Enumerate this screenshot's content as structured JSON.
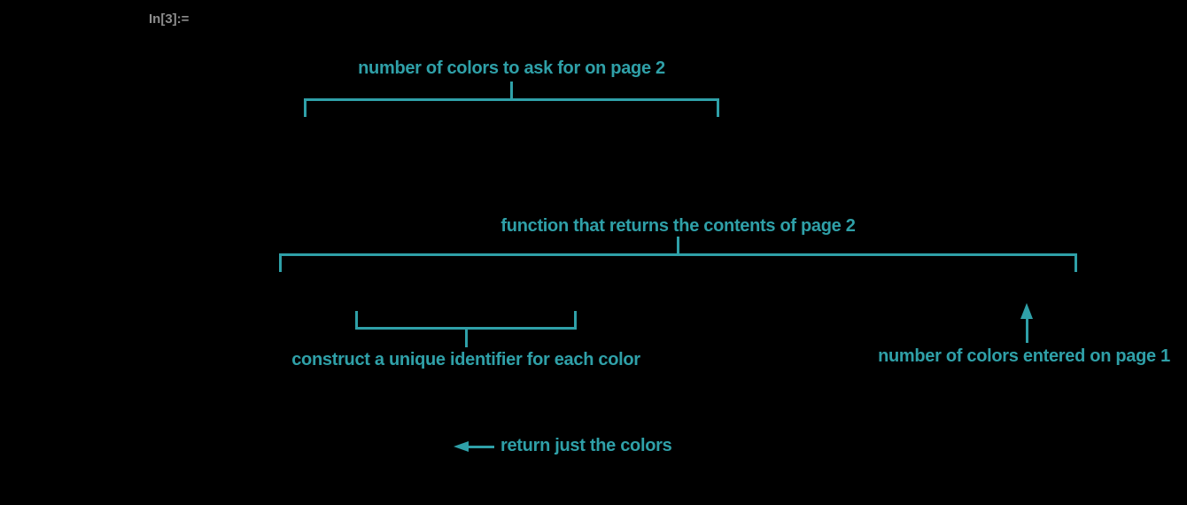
{
  "theme": {
    "canvas_bg": "#000000",
    "annotation_color": "#2fa0a8",
    "prompt_color": "#8d8d8d"
  },
  "notebook": {
    "input_prompt": "In[3]:="
  },
  "annotations": {
    "colors_to_ask": {
      "label": "number of colors to ask for on page 2",
      "connector": "overbrace"
    },
    "page2_function": {
      "label": "function that returns the contents of page 2",
      "connector": "overbrace"
    },
    "unique_identifier": {
      "label": "construct a unique identifier for each color",
      "connector": "underbrace"
    },
    "colors_entered": {
      "label": "number of colors entered on page 1",
      "connector": "up-arrow"
    },
    "return_colors": {
      "label": "return just the colors",
      "connector": "left-arrow"
    }
  }
}
